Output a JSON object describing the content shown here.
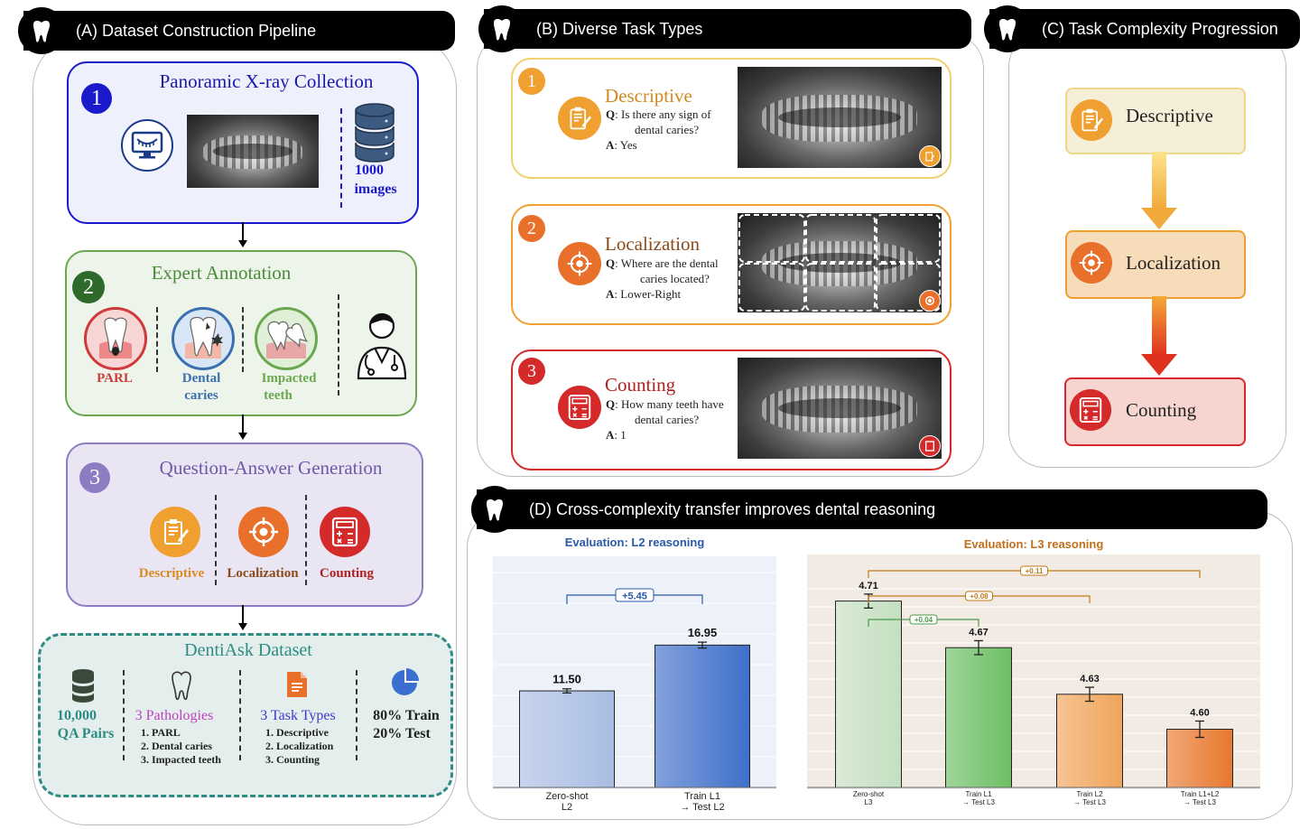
{
  "panelA": {
    "title": "(A) Dataset Construction Pipeline",
    "step1": {
      "num": "1",
      "title": "Panoramic X-ray Collection",
      "count_line1": "1000",
      "count_line2": "images"
    },
    "step2": {
      "num": "2",
      "title": "Expert Annotation",
      "items": [
        "PARL",
        "Dental",
        "caries",
        "Impacted",
        "teeth"
      ]
    },
    "step3": {
      "num": "3",
      "title": "Question-Answer Generation",
      "items": [
        "Descriptive",
        "Localization",
        "Counting"
      ]
    },
    "dataset": {
      "title": "DentiAsk Dataset",
      "qa_line1": "10,000",
      "qa_line2": "QA Pairs",
      "path_title": "3 Pathologies",
      "path_items": [
        "1. PARL",
        "2. Dental caries",
        "3. Impacted teeth"
      ],
      "task_title": "3 Task Types",
      "task_items": [
        "1. Descriptive",
        "2. Localization",
        "3. Counting"
      ],
      "split_line1": "80% Train",
      "split_line2": "20% Test"
    }
  },
  "panelB": {
    "title": "(B) Diverse Task Types",
    "tasks": [
      {
        "num": "1",
        "name": "Descriptive",
        "q_label": "Q",
        "q_line1": ": Is there any sign of",
        "q_line2": "dental caries?",
        "a_label": "A",
        "a_text": ": Yes"
      },
      {
        "num": "2",
        "name": "Localization",
        "q_label": "Q",
        "q_line1": ": Where are the dental",
        "q_line2": "caries located?",
        "a_label": "A",
        "a_text": ": Lower-Right"
      },
      {
        "num": "3",
        "name": "Counting",
        "q_label": "Q",
        "q_line1": ": How many teeth have",
        "q_line2": "dental caries?",
        "a_label": "A",
        "a_text": ": 1"
      }
    ]
  },
  "panelC": {
    "title": "(C) Task Complexity Progression",
    "levels": [
      "Descriptive",
      "Localization",
      "Counting"
    ]
  },
  "panelD": {
    "title": "(D) Cross-complexity transfer improves dental reasoning"
  },
  "chart_data": [
    {
      "type": "bar",
      "title": "Evaluation: L2 reasoning",
      "categories": [
        "Zero-shot L2",
        "Train L1 → Test L2"
      ],
      "values": [
        11.5,
        16.95
      ],
      "value_labels": [
        "11.50",
        "16.95"
      ],
      "error": [
        0.25,
        0.35
      ],
      "ylim": [
        0,
        20
      ],
      "annotations": [
        {
          "text": "+5.45",
          "from": 0,
          "to": 1
        }
      ],
      "colors": [
        "#a9bde3",
        "#3f6fc9"
      ]
    },
    {
      "type": "bar",
      "title": "Evaluation: L3 reasoning",
      "categories": [
        "Zero-shot L3",
        "Train L1 → Test L3",
        "Train L2 → Test L3",
        "Train L1+L2 → Test L3"
      ],
      "values": [
        4.71,
        4.67,
        4.63,
        4.6
      ],
      "value_labels": [
        "4.71",
        "4.67",
        "4.63",
        "4.60"
      ],
      "error": [
        0.006,
        0.006,
        0.006,
        0.007
      ],
      "ylim": [
        4.55,
        4.75
      ],
      "annotations": [
        {
          "text": "+0.04",
          "from": 0,
          "to": 1
        },
        {
          "text": "+0.08",
          "from": 0,
          "to": 2
        },
        {
          "text": "+0.11",
          "from": 0,
          "to": 3
        }
      ],
      "colors": [
        "#c4dfc0",
        "#6cbf63",
        "#f0a45a",
        "#e8782e"
      ]
    }
  ],
  "colors": {
    "blue_step": "#1a1acc",
    "green_step": "#6aa84f",
    "purple_step": "#8e7cc3",
    "teal_dataset": "#2e8b84",
    "descriptive": "#f0a030",
    "localization": "#e8702a",
    "counting": "#d42a2a"
  }
}
